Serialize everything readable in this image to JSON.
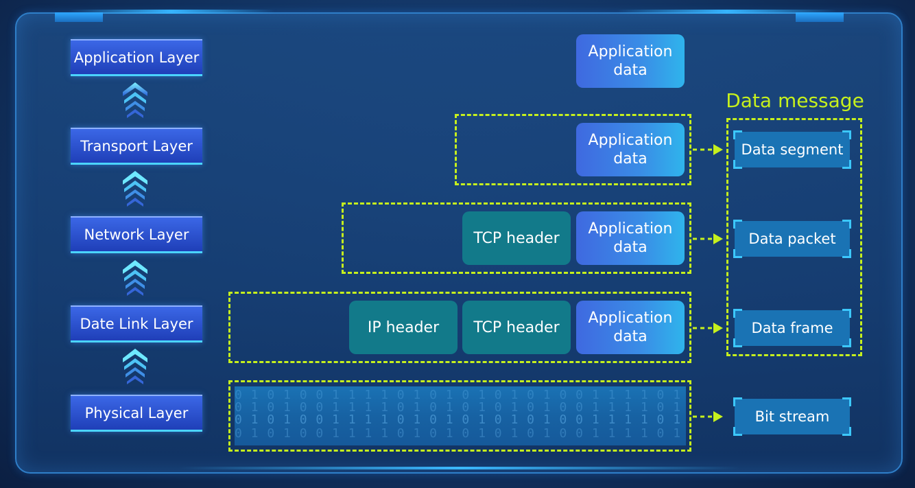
{
  "layers": [
    {
      "label": "Application Layer"
    },
    {
      "label": "Transport Layer"
    },
    {
      "label": "Network Layer"
    },
    {
      "label": "Date Link Layer"
    },
    {
      "label": "Physical Layer"
    }
  ],
  "encapsulation": {
    "application_data": "Application\ndata",
    "tcp_header": "TCP header",
    "ip_header": "IP header"
  },
  "data_message": {
    "title": "Data message",
    "items": [
      {
        "label": "Data segment"
      },
      {
        "label": "Data packet"
      },
      {
        "label": "Data frame"
      },
      {
        "label": "Bit stream"
      }
    ]
  },
  "bitstream_pattern": "0 1 0 1 0 0 1 1 1 1 0 1 0 1 0 1 0 1 0 1 0 0 1 1 1 1 0 1 0 1 0 1 0 1 0 1 0 0 1 1 1 1 0 1 0 1 0 1 0 1 0 1 0 0 1 1",
  "colors": {
    "accent_green": "#c6f01d",
    "layer_blue": "#2a4fd0",
    "header_teal": "#127a8a",
    "message_blue": "#1a73b4"
  }
}
